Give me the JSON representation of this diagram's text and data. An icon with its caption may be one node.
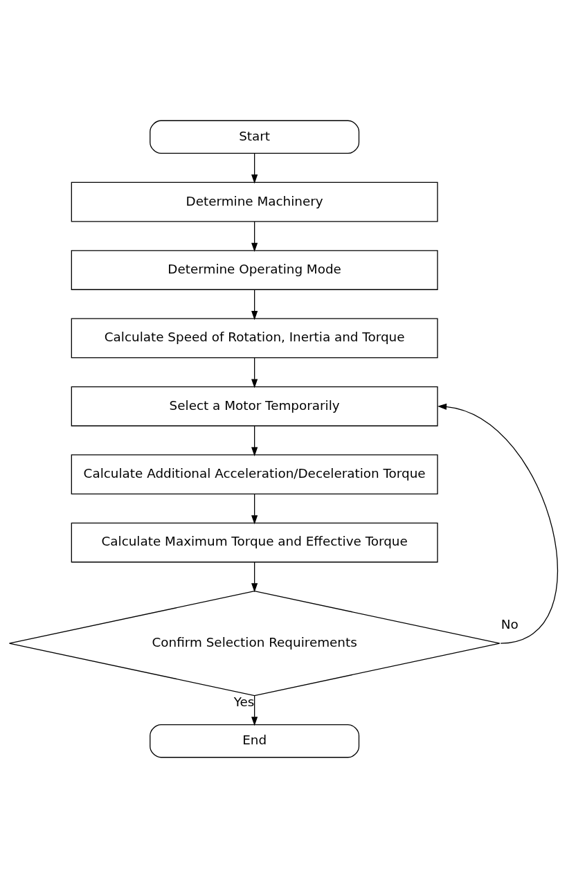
{
  "diagram": {
    "nodes": [
      {
        "text": [
          "Start"
        ]
      },
      {
        "text": [
          "Determine Machinery"
        ]
      },
      {
        "text": [
          "Determine Operating Mode"
        ]
      },
      {
        "text": [
          "Calculate Speed of Rotation, Inertia and Torque"
        ]
      },
      {
        "text": [
          "Select a Motor Temporarily"
        ]
      },
      {
        "text": [
          "Calculate Additional Acceleration/Deceleration Torque"
        ]
      },
      {
        "text": [
          "Calculate Maximum Torque and Effective Torque"
        ]
      },
      {
        "text": [
          "Confirm Selection Requirements"
        ]
      },
      {
        "text": [
          "End"
        ]
      }
    ],
    "edges": [
      {
        "from": 0,
        "to": 1,
        "arrow": "to"
      },
      {
        "from": 1,
        "to": 2,
        "arrow": "to"
      },
      {
        "from": 2,
        "to": 3,
        "arrow": "to"
      },
      {
        "from": 3,
        "to": 4,
        "arrow": "to"
      },
      {
        "from": 4,
        "to": 5,
        "arrow": "to"
      },
      {
        "from": 5,
        "to": 6,
        "arrow": "to"
      },
      {
        "from": 6,
        "to": 7,
        "arrow": "to"
      },
      {
        "from": 7,
        "to": 4,
        "arrow": "to",
        "label": "No"
      },
      {
        "from": 7,
        "to": 8,
        "arrow": "to",
        "label": "Yes"
      }
    ]
  }
}
